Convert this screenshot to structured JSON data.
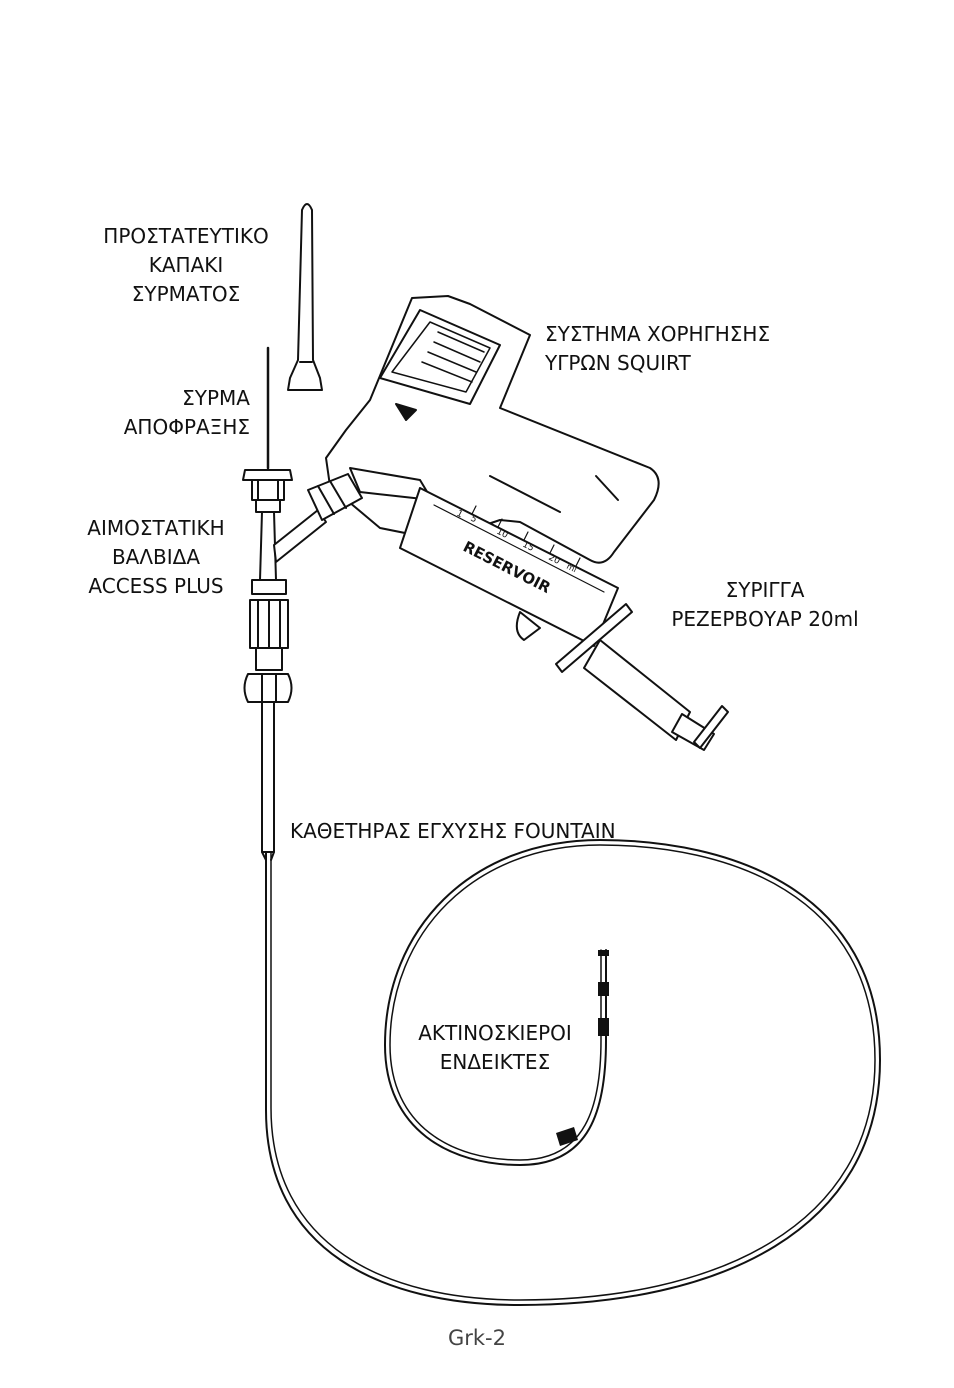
{
  "labels": {
    "wire_cap": [
      "ΠΡΟΣΤΑΤΕΥΤΙΚΟ",
      "ΚΑΠΑΚΙ",
      "ΣΥΡΜΑΤΟΣ"
    ],
    "occluding_wire": [
      "ΣΥΡΜΑ",
      "ΑΠΟΦΡΑΞΗΣ"
    ],
    "hemostasis_valve": [
      "ΑΙΜΟΣΤΑΤΙΚΗ",
      "ΒΑΛΒΙΔΑ",
      "ACCESS PLUS"
    ],
    "squirt_system": [
      "ΣΥΣΤΗΜΑ ΧΟΡΗΓΗΣΗΣ",
      "ΥΓΡΩΝ SQUIRT"
    ],
    "syringe": [
      "ΣΥΡΙΓΓΑ",
      "ΡΕΖΕΡΒΟΥΑΡ 20ml"
    ],
    "catheter": "ΚΑΘΕΤΗΡΑΣ ΕΓΧΥΣΗΣ FOUNTAIN",
    "markers": [
      "ΑΚΤΙΝΟΣΚΙΕΡΟΙ",
      "ΕΝΔΕΙΚΤΕΣ"
    ]
  },
  "syringe_print": {
    "brand": "RESERVOIR",
    "scale": [
      "1",
      "5",
      "10",
      "15",
      "20"
    ],
    "unit": "ml"
  },
  "footer": "Grk-2",
  "colors": {
    "ink": "#111111",
    "paper": "#ffffff",
    "footer": "#444444"
  }
}
